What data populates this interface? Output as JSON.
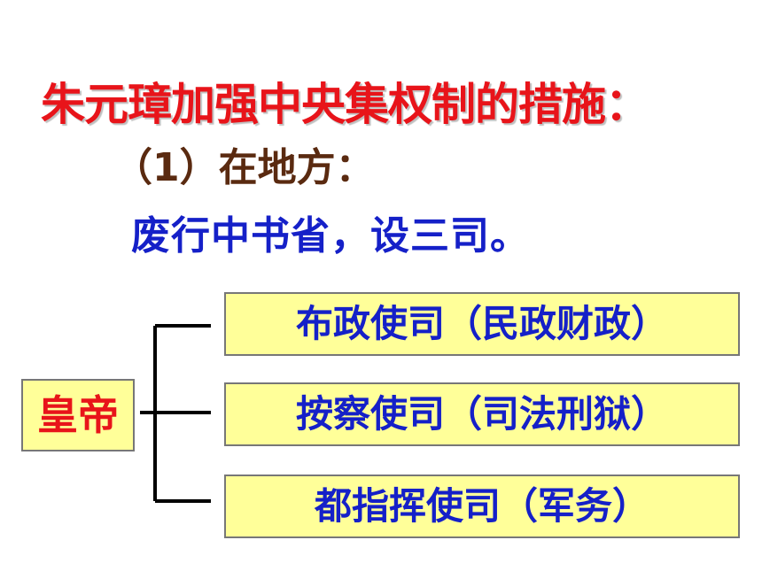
{
  "title": "朱元璋加强中央集权制的措施：",
  "subtitle": "（1）在地方：",
  "measure": "废行中书省，设三司。",
  "emperor": "皇帝",
  "branches": [
    "布政使司（民政财政）",
    "按察使司（司法刑狱）",
    "都指挥使司（军务）"
  ],
  "colors": {
    "title": "#e8141a",
    "subtitle": "#5a2a10",
    "measure": "#1520c8",
    "box_fill": "#ffff99"
  }
}
